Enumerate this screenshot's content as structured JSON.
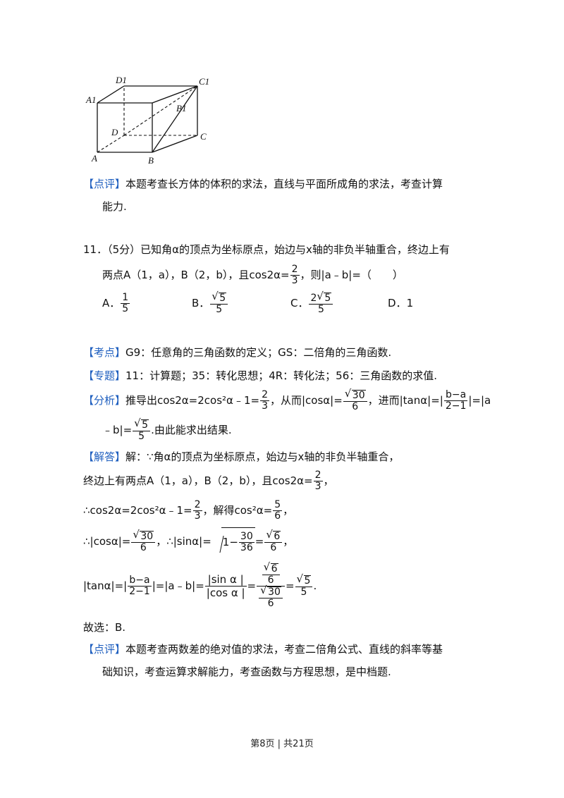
{
  "figure": {
    "labels": [
      "D1",
      "C1",
      "A1",
      "B1",
      "D",
      "C",
      "A",
      "B"
    ]
  },
  "comment1": {
    "tag": "【点评】",
    "line1": "本题考查长方体的体积的求法，直线与平面所成角的求法，考查计算",
    "line2": "能力."
  },
  "q11": {
    "line1": "11．（5分）已知角α的顶点为坐标原点，始边与x轴的非负半轴重合，终边上有",
    "line2_pre": "两点A（1，a），B（2，b），且cos2α=",
    "frac_num": "2",
    "frac_den": "3",
    "line2_post": "，则|a﹣b|=（　　）",
    "options": {
      "A_label": "A．",
      "A_num": "1",
      "A_den": "5",
      "B_label": "B．",
      "B_num": "5",
      "B_den": "5",
      "C_label": "C．",
      "C_num_pre": "2",
      "C_num": "5",
      "C_den": "5",
      "D_label": "D．",
      "D_value": "1"
    }
  },
  "kaodian": {
    "tag": "【考点】",
    "text": "G9：任意角的三角函数的定义；GS：二倍角的三角函数."
  },
  "zhuanti": {
    "tag": "【专题】",
    "text": "11：计算题；35：转化思想；4R：转化法；56：三角函数的求值."
  },
  "fenxi": {
    "tag": "【分析】",
    "t1": "推导出cos2α=2cos²α﹣1=",
    "f1_num": "2",
    "f1_den": "3",
    "t2": "，从而|cosα|=",
    "f2_num": "30",
    "f2_den": "6",
    "t3": "，进而|tanα|=|",
    "f3_num": "b−a",
    "f3_den": "2−1",
    "t4": "|=|a",
    "l2_pre": "﹣b|=",
    "f4_num": "5",
    "f4_den": "5",
    "l2_post": ".由此能求出结果."
  },
  "jieda": {
    "tag": "【解答】",
    "l1": "解：∵角α的顶点为坐标原点，始边与x轴的非负半轴重合，",
    "l2_pre": "终边上有两点A（1，a），B（2，b），且cos2α=",
    "l2_num": "2",
    "l2_den": "3",
    "l2_post": "，",
    "l3_pre": "∴cos2α=2cos²α﹣1=",
    "l3_num": "2",
    "l3_den": "3",
    "l3_mid": "，解得cos²α=",
    "l3_num2": "5",
    "l3_den2": "6",
    "l3_post": "，",
    "l4_pre": "∴|cosα|=",
    "l4_num": "30",
    "l4_den": "6",
    "l4_mid": "，∴|sinα|=",
    "l4_inner_pre": "1−",
    "l4_inner_num": "30",
    "l4_inner_den": "36",
    "l4_eq": "=",
    "l4_num2": "6",
    "l4_den2": "6",
    "l4_post": "，",
    "l5_pre": "|tanα|=|",
    "l5_f1_num": "b−a",
    "l5_f1_den": "2−1",
    "l5_mid": "|=|a﹣b|=",
    "l5_f2_num": "|sin α |",
    "l5_f2_den": "|cos α |",
    "l5_eq": "=",
    "l5_f3_num_num": "6",
    "l5_f3_num_den": "6",
    "l5_f3_den_num": "30",
    "l5_f3_den_den": "6",
    "l5_eq2": "=",
    "l5_f4_num": "5",
    "l5_f4_den": "5",
    "l5_post": ".",
    "l6": "故选：B."
  },
  "comment2": {
    "tag": "【点评】",
    "line1": "本题考查两数差的绝对值的求法，考查二倍角公式、直线的斜率等基",
    "line2": "础知识，考查运算求解能力，考查函数与方程思想，是中档题."
  },
  "footer": {
    "text": "第8页 | 共21页"
  },
  "colors": {
    "tag": "#1f5fbf"
  }
}
